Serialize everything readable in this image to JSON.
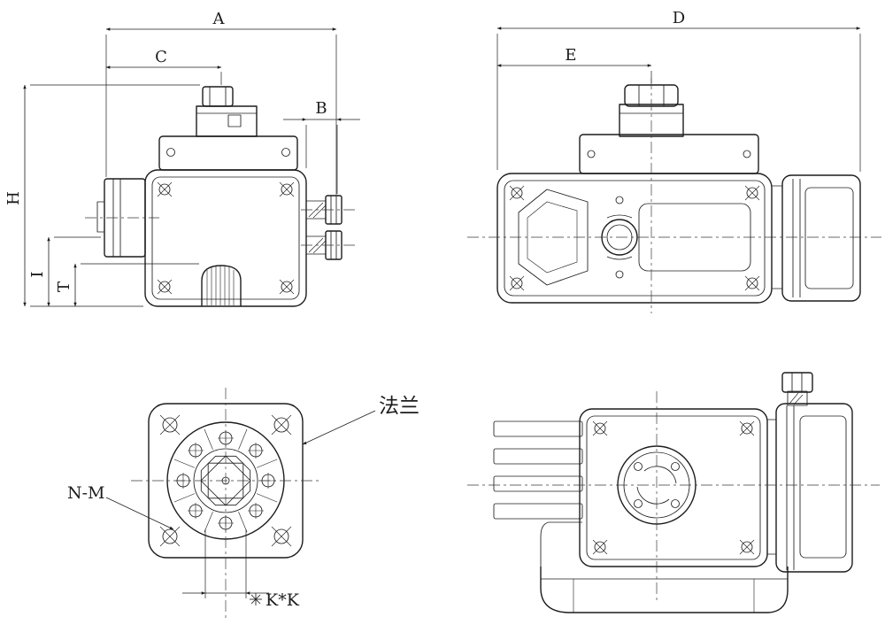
{
  "drawing": {
    "background_color": "#ffffff",
    "line_color": "#1c1c1c",
    "dimension_labels": {
      "a": "A",
      "b": "B",
      "c": "C",
      "h": "H",
      "i": "I",
      "t": "T",
      "d": "D",
      "e": "E"
    },
    "annotations": {
      "flange_label": "法兰",
      "mounting_holes_label": "N-M",
      "square_drive_label": "K*K",
      "square_drive_symbol": "eight-point-star-icon"
    }
  }
}
